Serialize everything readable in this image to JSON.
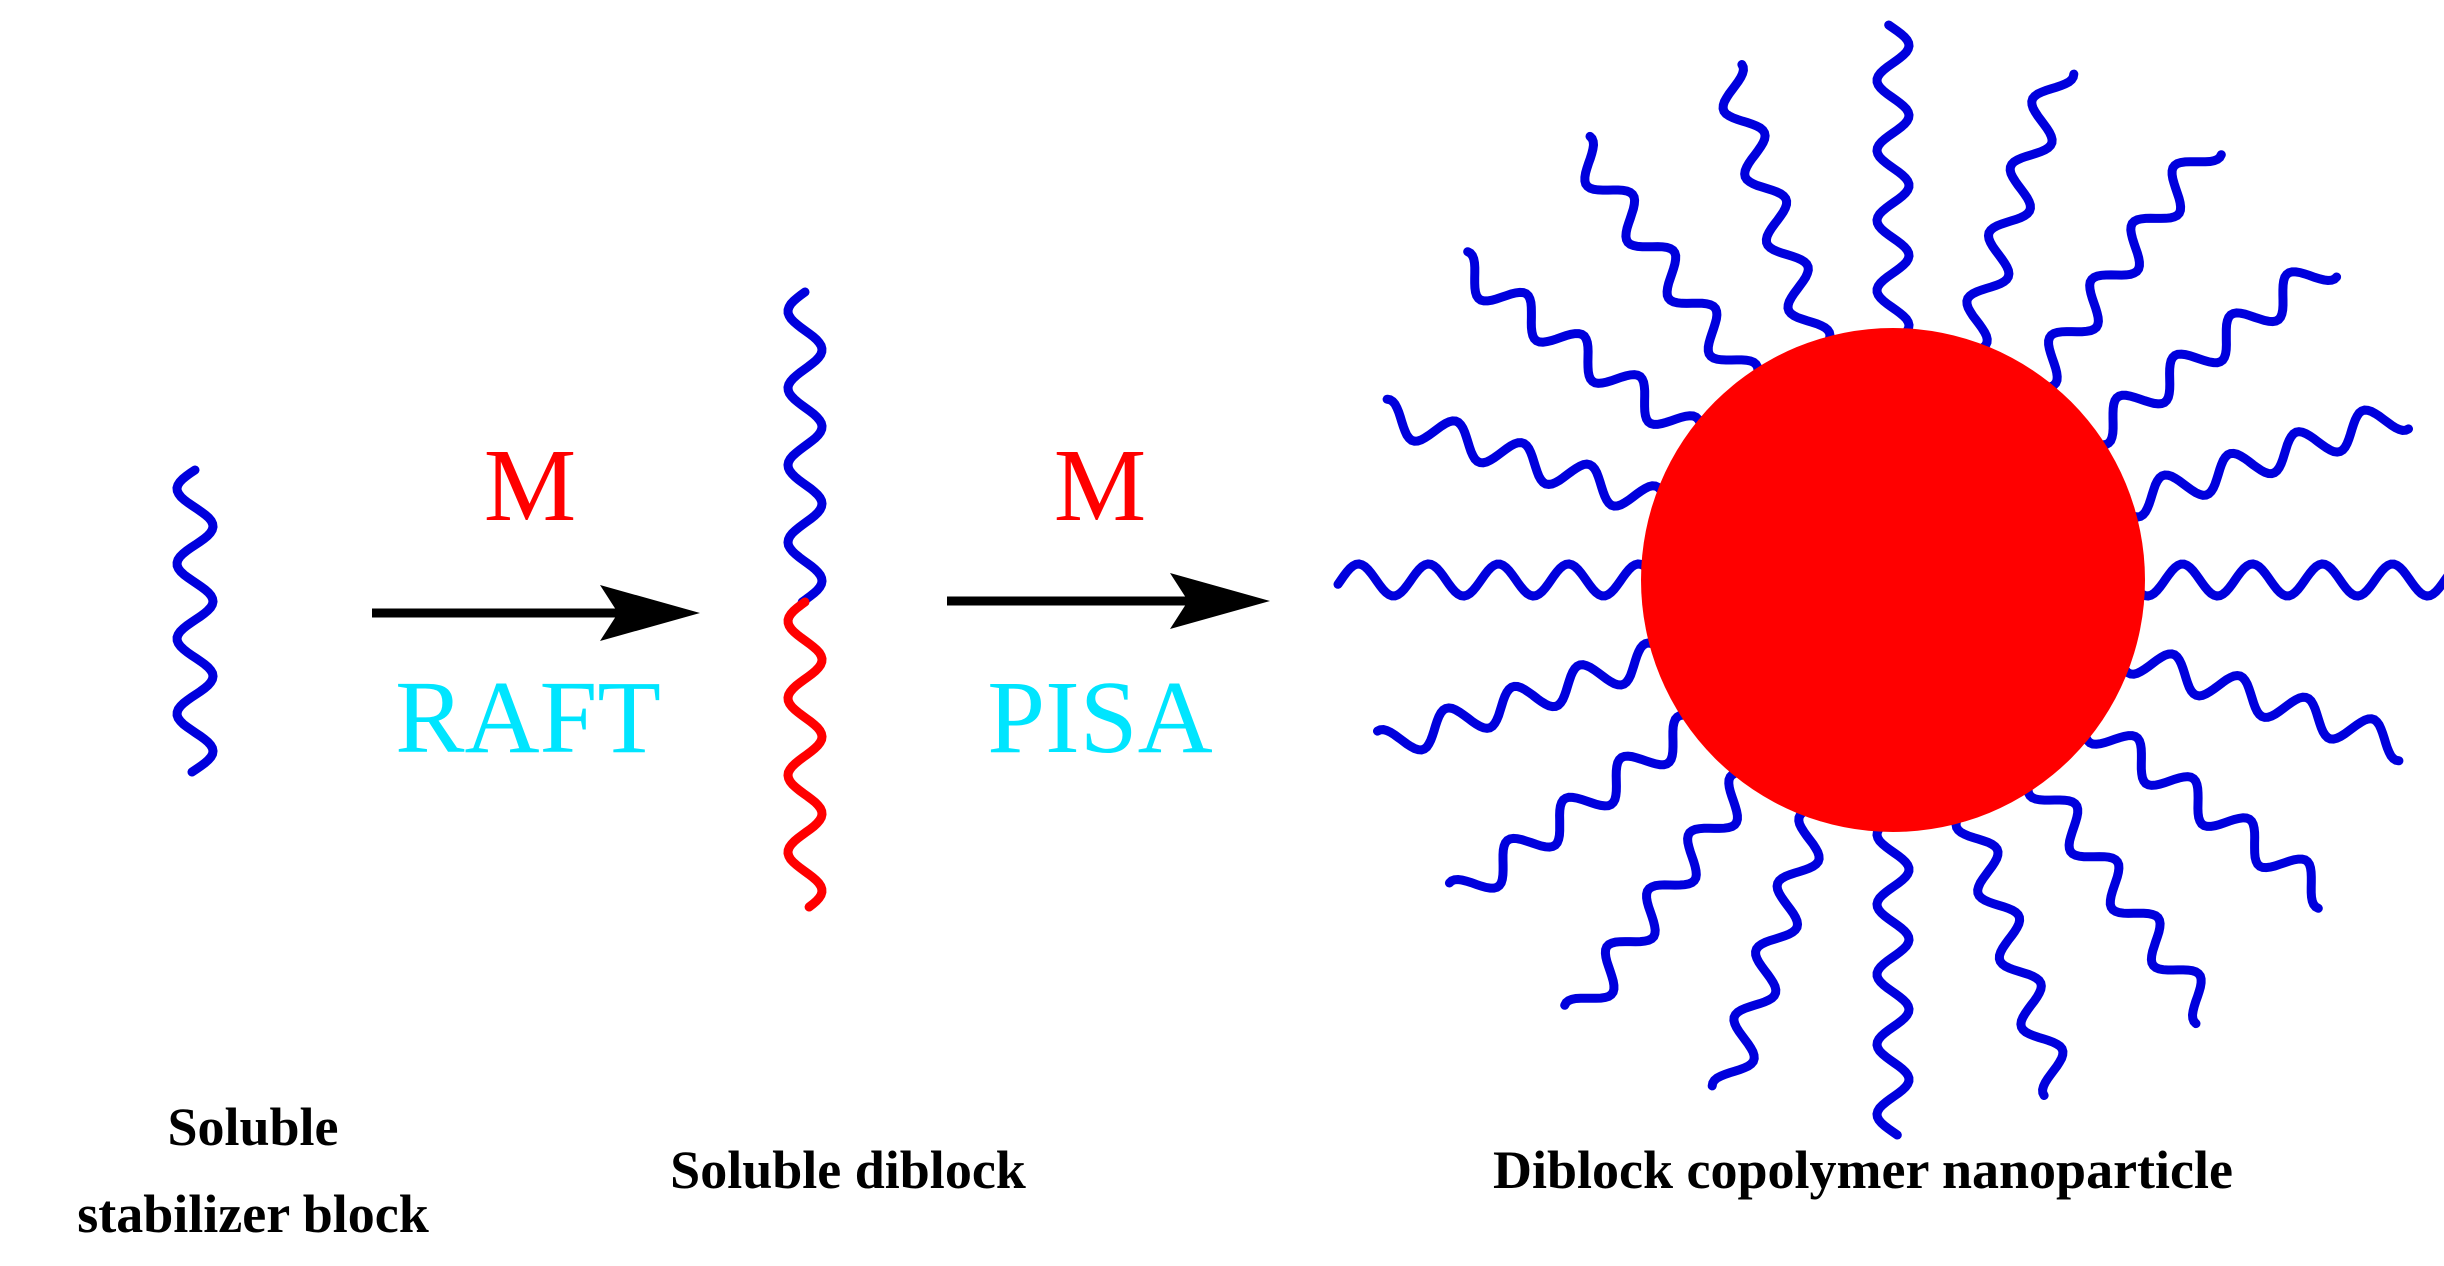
{
  "arrows": [
    {
      "above_label": "M",
      "below_label": "RAFT"
    },
    {
      "above_label": "M",
      "below_label": "PISA"
    }
  ],
  "captions": {
    "stabilizer_line1": "Soluble",
    "stabilizer_line2": "stabilizer block",
    "diblock": "Soluble diblock",
    "nanoparticle": "Diblock copolymer nanoparticle"
  },
  "colors": {
    "stabilizer_block": "#0000dd",
    "core_block": "#ff0000",
    "monomer_label": "#ff0000",
    "process_label": "#00e5ff",
    "arrow": "#000000",
    "caption": "#000000"
  },
  "nanoparticle": {
    "corona_chain_count": 20
  }
}
